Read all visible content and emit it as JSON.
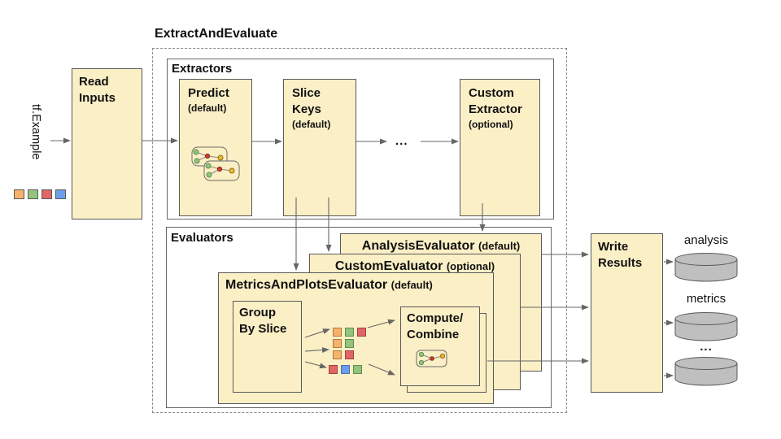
{
  "title": "ExtractAndEvaluate",
  "input": {
    "label": "tf.Example",
    "squares": [
      "orange",
      "green",
      "red",
      "blue"
    ]
  },
  "read_inputs": {
    "name": "Read\nInputs"
  },
  "extractors": {
    "label": "Extractors",
    "predict": {
      "name": "Predict",
      "qualifier": "(default)"
    },
    "slice_keys": {
      "name": "Slice\nKeys",
      "qualifier": "(default)"
    },
    "ellipsis": "...",
    "custom": {
      "name": "Custom\nExtractor",
      "qualifier": "(optional)"
    }
  },
  "evaluators": {
    "label": "Evaluators",
    "analysis": {
      "name": "AnalysisEvaluator",
      "qualifier": "(default)"
    },
    "custom": {
      "name": "CustomEvaluator",
      "qualifier": "(optional)"
    },
    "metrics_plots": {
      "name": "MetricsAndPlotsEvaluator",
      "qualifier": "(default)"
    },
    "group_by_slice": {
      "name": "Group\nBy Slice"
    },
    "compute_combine": {
      "name": "Compute/\nCombine"
    },
    "slice_grid": [
      [
        "orange",
        "green",
        "red"
      ],
      [
        "orange",
        "green"
      ],
      [
        "orange",
        "red"
      ],
      [
        "red",
        "blue",
        "green"
      ]
    ]
  },
  "write_results": {
    "name": "Write\nResults"
  },
  "outputs": [
    {
      "label": "analysis"
    },
    {
      "label": "metrics"
    },
    {
      "label": "..."
    }
  ],
  "colors": {
    "box_fill": "#FBEFC6",
    "box_border": "#595959",
    "arrow": "#666666",
    "cylinder_fill": "#BFBFBF",
    "cylinder_border": "#595959",
    "squares": {
      "orange": {
        "fill": "#F6B26B",
        "border": "#b07a38"
      },
      "green": {
        "fill": "#93C47D",
        "border": "#5e8f4a"
      },
      "red": {
        "fill": "#E06666",
        "border": "#a33f3f"
      },
      "blue": {
        "fill": "#6D9EEB",
        "border": "#4a6fb5"
      }
    }
  }
}
